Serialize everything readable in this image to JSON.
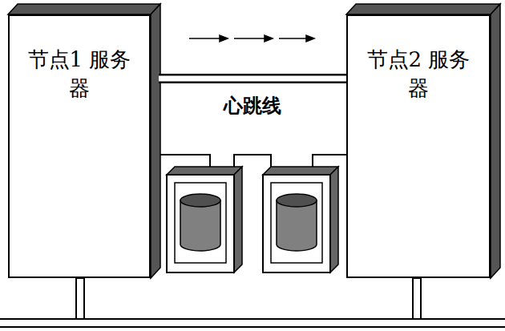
{
  "diagram": {
    "nodes": [
      {
        "text": [
          "节点1 服务器"
        ]
      },
      {
        "text": [
          "节点2 服务器"
        ]
      }
    ],
    "edges": [
      {
        "from": 0,
        "to": 1,
        "label": "心跳线",
        "arrow": "none"
      }
    ]
  }
}
